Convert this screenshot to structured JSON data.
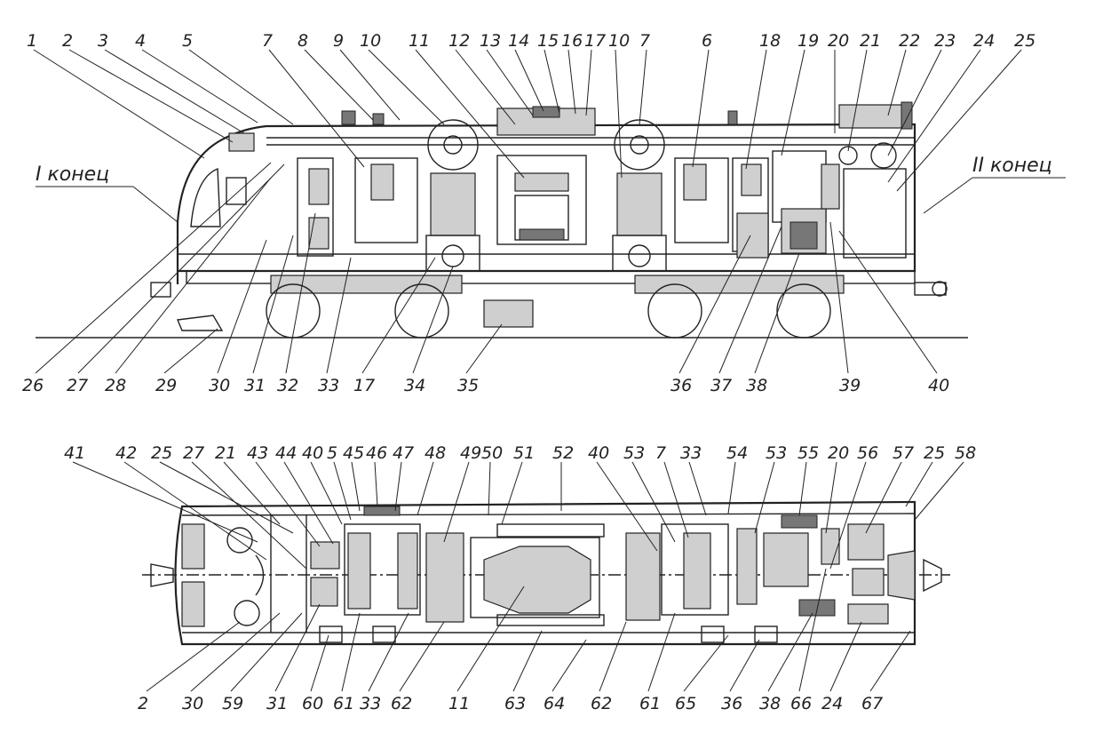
{
  "end_labels": {
    "first_end": "I конец",
    "second_end": "II конец"
  },
  "side_view": {
    "top_labels": [
      "1",
      "2",
      "3",
      "4",
      "5",
      "7",
      "8",
      "9",
      "10",
      "11",
      "12",
      "13",
      "14",
      "15",
      "16",
      "17",
      "10",
      "7",
      "6",
      "18",
      "19",
      "20",
      "21",
      "22",
      "23",
      "24",
      "25"
    ],
    "bottom_labels": [
      "26",
      "27",
      "28",
      "29",
      "30",
      "31",
      "32",
      "33",
      "17",
      "34",
      "35",
      "36",
      "37",
      "38",
      "39",
      "40"
    ]
  },
  "plan_view": {
    "top_labels": [
      "41",
      "42",
      "25",
      "27",
      "21",
      "43",
      "44",
      "40",
      "5",
      "45",
      "46",
      "47",
      "48",
      "49",
      "50",
      "51",
      "52",
      "40",
      "53",
      "7",
      "33",
      "54",
      "53",
      "55",
      "20",
      "56",
      "57",
      "25",
      "58"
    ],
    "bottom_labels": [
      "2",
      "30",
      "59",
      "31",
      "60",
      "61",
      "33",
      "62",
      "11",
      "63",
      "64",
      "62",
      "61",
      "65",
      "36",
      "38",
      "66",
      "24",
      "67"
    ]
  }
}
